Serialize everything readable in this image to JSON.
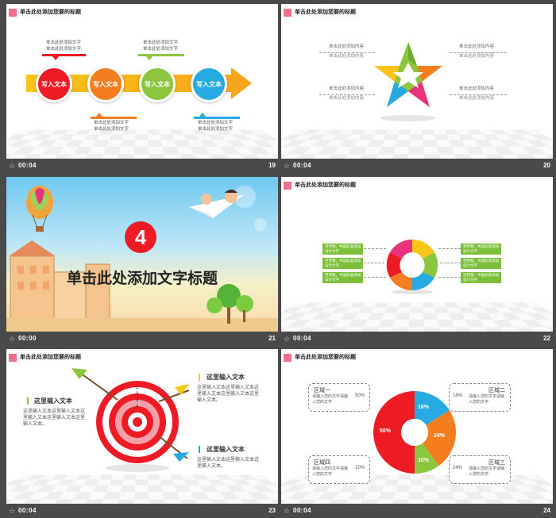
{
  "slides": [
    {
      "number": "19",
      "time": "00:04",
      "title": "单击此处添加您要的标题",
      "note_top1": "单击此处添加文字",
      "note_top2": "单击此处添加文字",
      "note_top3": "单击此处添加文字",
      "note_top4": "单击此处添加文字",
      "note_bot1": "单击此处添加文字",
      "note_bot2": "单击此处添加文字",
      "note_bot3": "单击此处添加文字",
      "note_bot4": "单击此处添加文字",
      "circles": [
        "写入文本",
        "写入文本",
        "写入文本",
        "写入文本"
      ]
    },
    {
      "number": "20",
      "time": "00:04",
      "title": "单击此处添加您要的标题",
      "left1": "单击此处添加内容",
      "left1b": "单击此处添加内容",
      "left2": "单击此处添加内容",
      "left2b": "单击此处添加内容",
      "right1": "单击此处添加内容",
      "right1b": "单击此处添加内容",
      "right2": "单击此处添加内容",
      "right2b": "单击此处添加内容"
    },
    {
      "number": "21",
      "time": "00:00",
      "badge": "4",
      "title": "单击此处添加文字标题"
    },
    {
      "number": "22",
      "time": "00:04",
      "title": "单击此处添加您要的标题",
      "box_text": "世界图，中国标准添加设计文字"
    },
    {
      "number": "23",
      "time": "00:04",
      "title": "单击此处添加您要的标题",
      "left_head": "这里输入文本",
      "left_body": "这里输入文本这里输入文本这里输入文本这里输入文本这里输入文本。",
      "tr_head": "这里输入文本",
      "tr_body": "这里输入文本这里输入文本这里输入文本这里输入文本这里输入文本。",
      "br_head": "这里输入文本",
      "br_body": "这里输入文本这里输入文本这里输入文本。",
      "target_numbers": [
        "1",
        "2",
        "3",
        "4"
      ]
    },
    {
      "number": "24",
      "time": "00:04",
      "title": "单击此处添加您要的标题",
      "regions": [
        {
          "name": "区域一",
          "text": "请输入您的文字请输入您的文字",
          "pct": "50%"
        },
        {
          "name": "区域二",
          "text": "请输入您的文字请输入您的文字",
          "pct": "16%"
        },
        {
          "name": "区域三",
          "text": "请输入您的文字请输入您的文字",
          "pct": "24%"
        },
        {
          "name": "区域四",
          "text": "请输入您的文字请输入您的文字",
          "pct": "10%"
        }
      ],
      "chart_labels": [
        "50%",
        "16%",
        "24%",
        "10%"
      ]
    }
  ],
  "chart_data": {
    "type": "pie",
    "categories": [
      "区域一",
      "区域二",
      "区域三",
      "区域四"
    ],
    "values": [
      50,
      16,
      24,
      10
    ],
    "colors": [
      "#ee1b24",
      "#27a9e1",
      "#f47d20",
      "#8cc63f"
    ]
  },
  "colors": {
    "red": "#ee1b24",
    "orange": "#f47d20",
    "green": "#8cc63f",
    "blue": "#27a9e1",
    "yellow": "#f9c51a",
    "pink": "#ef6f8c"
  }
}
